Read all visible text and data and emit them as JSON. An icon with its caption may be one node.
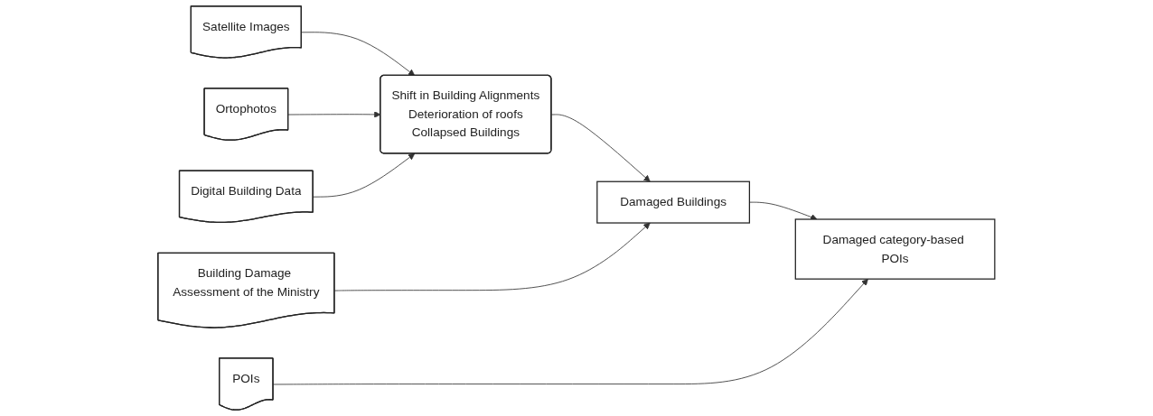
{
  "diagram": {
    "nodes": [
      {
        "text": [
          "Satellite Images"
        ]
      },
      {
        "text": [
          "Ortophotos"
        ]
      },
      {
        "text": [
          "Digital Building Data"
        ]
      },
      {
        "text": [
          "Building Damage Assessment of the Ministry"
        ]
      },
      {
        "text": [
          "Shift in Building Alignments",
          "Deterioration of roofs",
          "Collapsed Buildings"
        ]
      },
      {
        "text": [
          "Damaged Buildings"
        ]
      },
      {
        "text": [
          "POIs"
        ]
      },
      {
        "text": [
          "Damaged category-based POIs"
        ]
      }
    ],
    "edges": [
      {
        "from": 0,
        "to": 4,
        "arrow": "to"
      },
      {
        "from": 1,
        "to": 4,
        "arrow": "to"
      },
      {
        "from": 2,
        "to": 4,
        "arrow": "to"
      },
      {
        "from": 4,
        "to": 5,
        "arrow": "to"
      },
      {
        "from": 3,
        "to": 5,
        "arrow": "to"
      },
      {
        "from": 5,
        "to": 7,
        "arrow": "to"
      },
      {
        "from": 6,
        "to": 7,
        "arrow": "to"
      }
    ]
  }
}
